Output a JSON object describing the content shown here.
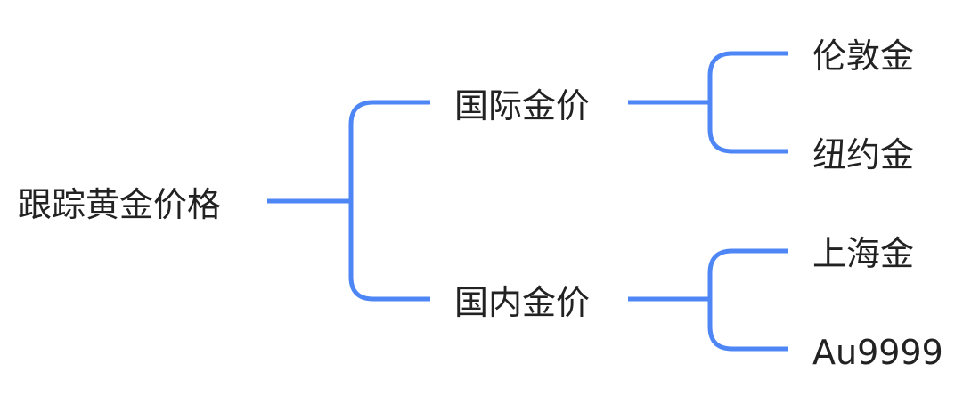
{
  "root": "跟踪黄金价格",
  "branches": [
    {
      "label": "国际金价",
      "children": [
        "伦敦金",
        "纽约金"
      ]
    },
    {
      "label": "国内金价",
      "children": [
        "上海金",
        "Au9999"
      ]
    }
  ],
  "colors": {
    "line": "#4E86F5",
    "text": "#222222"
  }
}
